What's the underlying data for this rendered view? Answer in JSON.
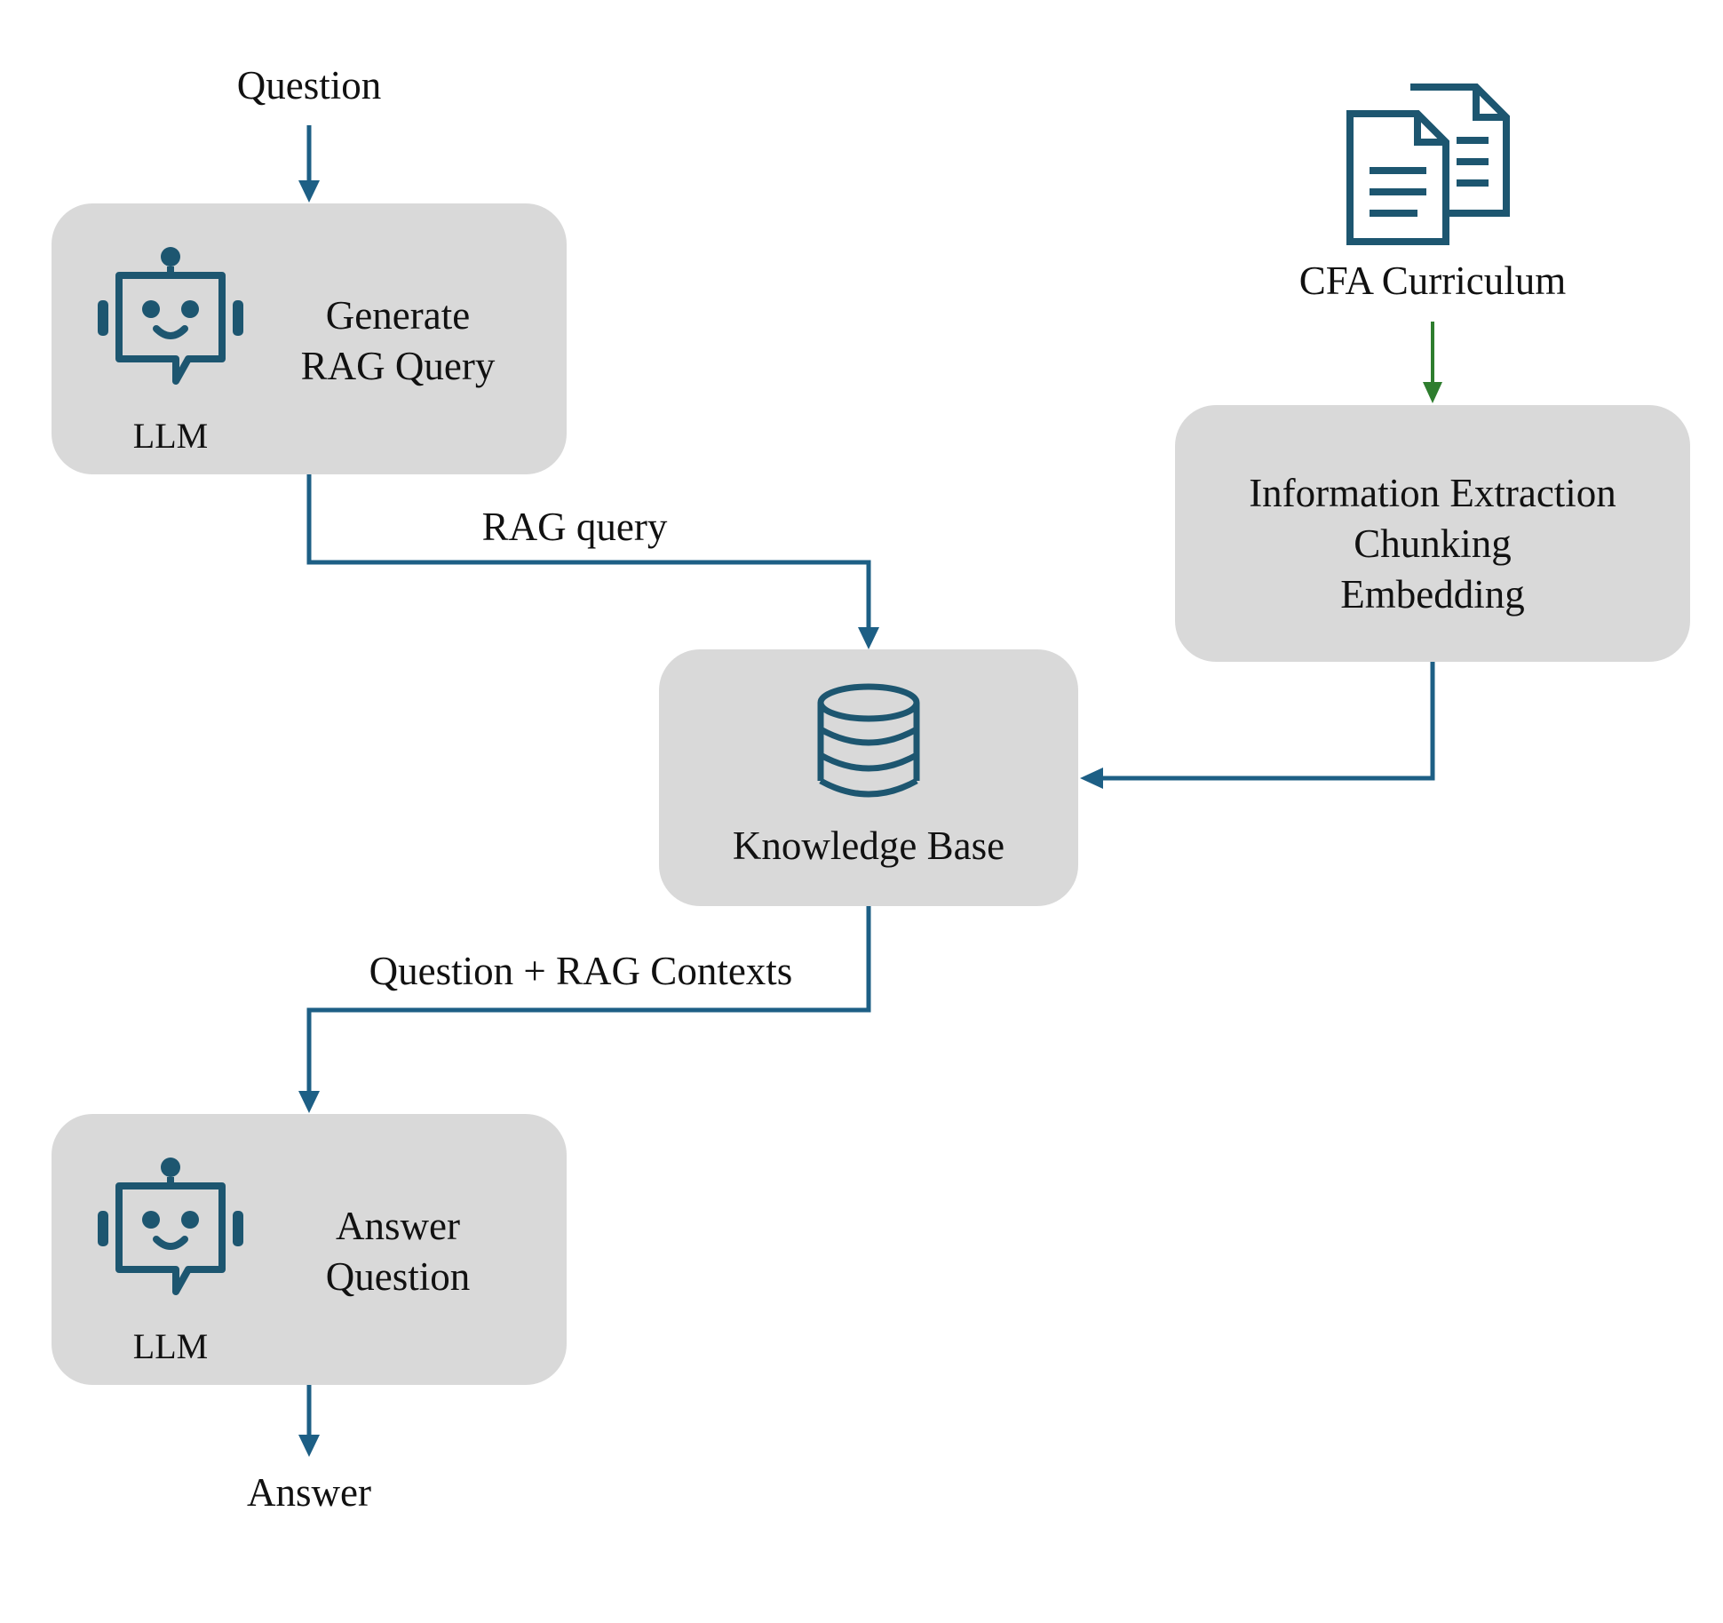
{
  "labels": {
    "question_in": "Question",
    "answer_out": "Answer",
    "rag_query_edge": "RAG query",
    "question_context_edge": "Question + RAG Contexts",
    "cfa_curriculum": "CFA Curriculum"
  },
  "nodes": {
    "generate_query": {
      "line1": "Generate",
      "line2": "RAG Query",
      "caption": "LLM"
    },
    "processing": {
      "line1": "Information Extraction",
      "line2": "Chunking",
      "line3": "Embedding"
    },
    "knowledge_base": {
      "label": "Knowledge Base"
    },
    "answer": {
      "line1": "Answer",
      "line2": "Question",
      "caption": "LLM"
    }
  },
  "colors": {
    "box_fill": "#d9d9d9",
    "arrow_blue": "#1d5f85",
    "arrow_green": "#2e7d2e",
    "icon": "#1d5670"
  },
  "icons": [
    "robot-chat-icon",
    "documents-icon",
    "database-icon"
  ]
}
